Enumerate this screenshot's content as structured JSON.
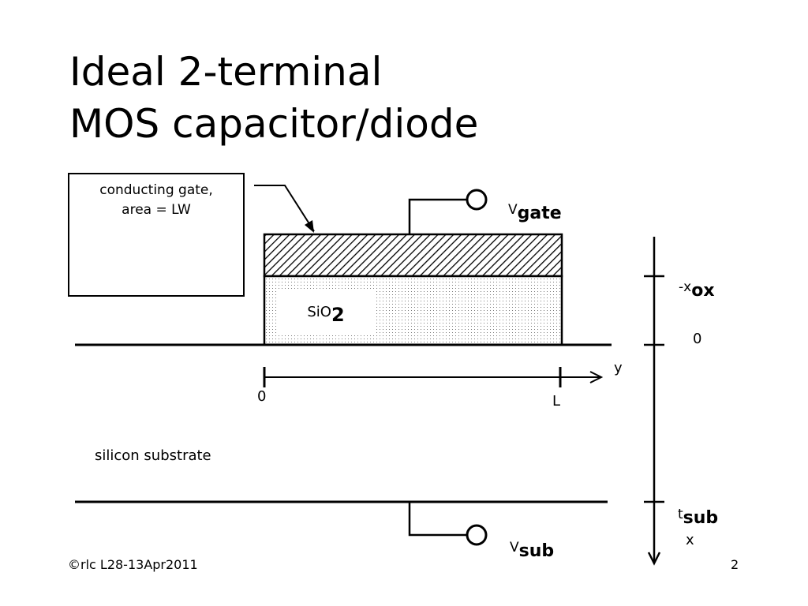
{
  "title": {
    "line1": "Ideal 2-terminal",
    "line2": "MOS capacitor/diode"
  },
  "callout": {
    "line1": "conducting gate,",
    "line2": "area = LW"
  },
  "labels": {
    "v_gate_prefix": "V",
    "v_gate_sub": "gate",
    "oxide_prefix": "SiO",
    "oxide_sub": "2",
    "x_ox_prefix": "-x",
    "x_ox_sub": "ox",
    "x_zero": "0",
    "y_axis": "y",
    "y_zero": "0",
    "y_L": "L",
    "substrate": "silicon substrate",
    "t_sub_prefix": "t",
    "t_sub_sub": "sub",
    "x_axis": "x",
    "v_sub_prefix": "V",
    "v_sub_sub": "sub"
  },
  "footer": {
    "credit": "©rlc L28-13Apr2011",
    "page": "2"
  }
}
